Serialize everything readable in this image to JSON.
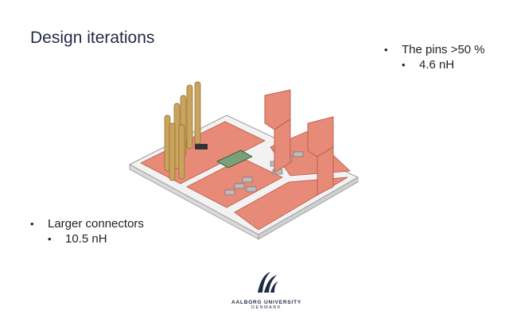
{
  "slide": {
    "title": "Design iterations",
    "top_right_bullets": [
      {
        "text": "The pins >50 %",
        "sub": "4.6 nH"
      }
    ],
    "left_bullets": [
      {
        "text": "Larger connectors",
        "sub": "10.5 nH"
      }
    ]
  },
  "logo": {
    "name": "AALBORG UNIVERSITY",
    "country": "DENMARK",
    "icon": "aalborg-university-logo-icon"
  },
  "colors": {
    "copper": "#e88a78",
    "copper_dark": "#c9624f",
    "board": "#f1f1f1",
    "pin": "#c9a35a",
    "text": "#1f2a44"
  }
}
